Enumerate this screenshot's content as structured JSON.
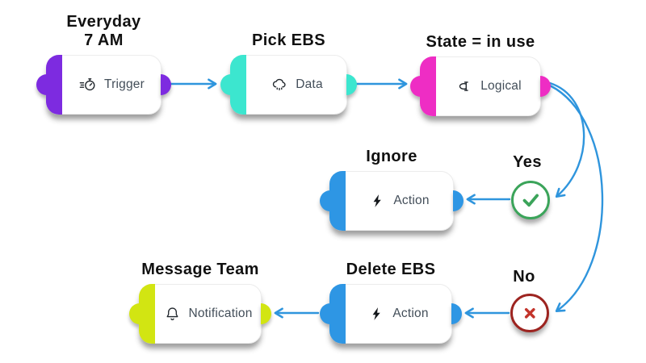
{
  "diagram": {
    "arrow_color": "#2f95dd",
    "ink_color": "#111111",
    "node_label_color": "#434e59",
    "nodes": [
      {
        "id": "trigger",
        "label": "Trigger",
        "annotation": "Everyday\n7 AM",
        "color": "#7d2be0",
        "icon": "stopwatch-icon"
      },
      {
        "id": "data",
        "label": "Data",
        "annotation": "Pick EBS",
        "color": "#3ce6cf",
        "icon": "cloud-icon"
      },
      {
        "id": "logical",
        "label": "Logical",
        "annotation": "State = in use",
        "color": "#ee2dc4",
        "icon": "branch-icon"
      },
      {
        "id": "action-ignore",
        "label": "Action",
        "annotation": "Ignore",
        "color": "#2e96e4",
        "icon": "lightning-icon"
      },
      {
        "id": "action-delete",
        "label": "Action",
        "annotation": "Delete EBS",
        "color": "#2e96e4",
        "icon": "lightning-icon"
      },
      {
        "id": "notification",
        "label": "Notification",
        "annotation": "Message Team",
        "color": "#d2e512",
        "icon": "bell-icon"
      }
    ],
    "decisions": [
      {
        "id": "yes",
        "label": "Yes",
        "symbol": "check",
        "circle_color": "#3ba45a",
        "mark_color": "#3ba45a"
      },
      {
        "id": "no",
        "label": "No",
        "symbol": "cross",
        "circle_color": "#9d2420",
        "mark_color": "#c3342b"
      }
    ],
    "connections": [
      {
        "from": "trigger",
        "to": "data"
      },
      {
        "from": "data",
        "to": "logical"
      },
      {
        "from": "logical",
        "to": "yes"
      },
      {
        "from": "logical",
        "to": "no"
      },
      {
        "from": "yes",
        "to": "action-ignore"
      },
      {
        "from": "no",
        "to": "action-delete"
      },
      {
        "from": "action-delete",
        "to": "notification"
      }
    ]
  }
}
